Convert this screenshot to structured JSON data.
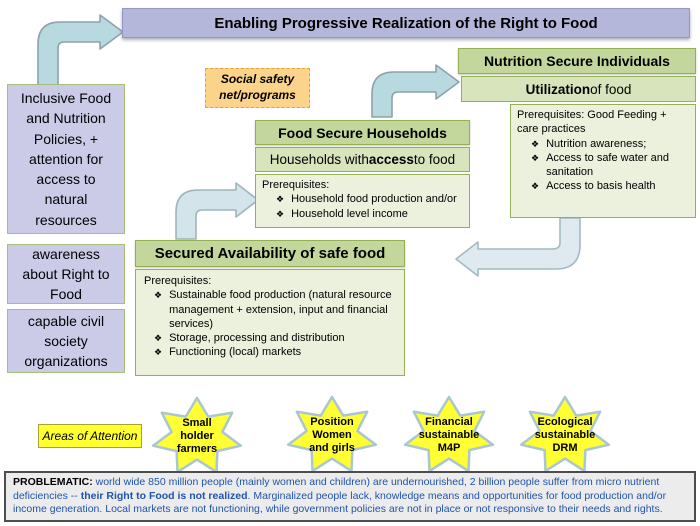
{
  "title": "Enabling Progressive Realization of the Right to Food",
  "bullet_char": "❖",
  "left_column": {
    "policies_box": "Inclusive Food\nand Nutrition\nPolicies, +\nattention for\naccess to\nnatural\nresources",
    "awareness_box": "awareness\nabout Right to\nFood",
    "civil_society_box": "capable civil\nsociety\norganizations"
  },
  "social_safety": "Social safety\nnet/programs",
  "food_secure": {
    "header": "Food Secure Households",
    "sub_pre": "Households with ",
    "sub_bold": "access",
    "sub_post": " to food",
    "prereq_label": "Prerequisites:",
    "items": [
      "Household food production and/or",
      "Household level income"
    ]
  },
  "nutrition_secure": {
    "header": "Nutrition Secure Individuals",
    "sub_bold": "Utilization",
    "sub_post": " of food",
    "prereq_label": "Prerequisites: Good Feeding + care practices",
    "items": [
      "Nutrition awareness;",
      "Access to safe water and sanitation",
      "Access to basis health"
    ]
  },
  "secured_availability": {
    "header": "Secured Availability of safe food",
    "prereq_label": "Prerequisites:",
    "items": [
      "Sustainable food production (natural resource management + extension, input and financial services)",
      "Storage, processing and distribution",
      "Functioning (local) markets"
    ]
  },
  "areas_of_attention": {
    "label": "Areas of Attention",
    "stars": [
      "Small\nholder\nfarmers",
      "Position\nWomen\nand girls",
      "Financial\nsustainable\nM4P",
      "Ecological\nsustainable\nDRM"
    ]
  },
  "problematic": {
    "label": "PROBLEMATIC:",
    "text_1": " world wide 850 million people (mainly women and children) are undernourished, 2 billion people suffer from micro nutrient deficiencies --  ",
    "text_bold": "their Right to Food is not realized",
    "text_2": ". Marginalized people lack, knowledge means and opportunities for food production and/or income generation. Local markets are not functioning, while government policies are not in place or not responsive to their needs and rights."
  },
  "colors": {
    "title_fill": "#b5b7da",
    "purple_fill": "#cbcbe8",
    "green_header": "#c3d69b",
    "green_sub": "#d7e4bc",
    "green_body": "#ebf1dd",
    "green_border": "#93b154",
    "orange_fill": "#fcd38a",
    "star_yellow": "#ffff33",
    "star_border": "#a9c6d2",
    "arrow_fill": "#b9d9e1",
    "blue_text": "#2053ad",
    "problematic_bg": "#ececec"
  }
}
